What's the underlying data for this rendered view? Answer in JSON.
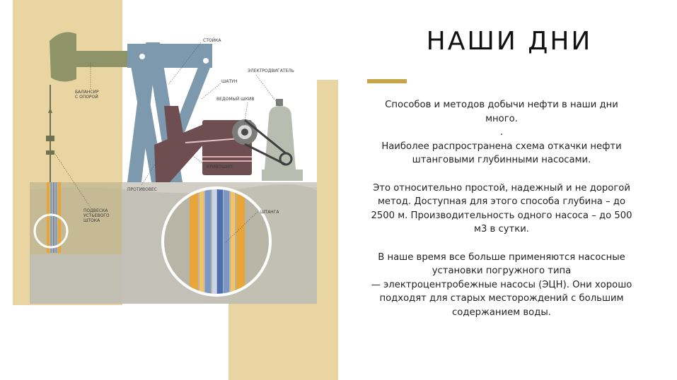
{
  "slide": {
    "title": "НАШИ ДНИ",
    "paragraphs": [
      "Способов и методов добычи нефти в наши дни много.",
      ".",
      "Наиболее распространена схема откачки нефти штанговыми глубинными насосами.",
      "",
      "Это относительно простой, надежный и не дорогой метод. Доступная для этого способа глубина – до 2500 м. Производительность одного насоса – до 500 м3 в сутки.",
      "",
      "В наше время все больше применяются насосные установки погружного типа",
      "— электроцентробежные насосы (ЭЦН). Они хорошо подходят для старых месторождений с большим содержанием воды."
    ]
  },
  "diagram": {
    "labels": {
      "stand": "СТОЙКА",
      "beam": "БАЛАНСИР",
      "beam2": "С ОПОРОЙ",
      "rod": "ШАТУН",
      "motor": "ЭЛЕКТРОДВИГАТЕЛЬ",
      "pulley": "ВЕДОМЫЙ ШКИВ",
      "crank": "КРИВОШИП",
      "counterweight": "ПРОТИВОВЕС",
      "hanger": "ПОДВЕСКА",
      "hanger2": "УСТЬЕВОГО",
      "hanger3": "ШТОКА",
      "sucker_rod": "ШТАНГА"
    }
  },
  "colors": {
    "sand": "#e9d5a2",
    "accent": "#c5a548",
    "steel_blue": "#7d99ad",
    "olive": "#8f9468",
    "brown": "#6e4e50",
    "ground": "#c9c6bb"
  }
}
